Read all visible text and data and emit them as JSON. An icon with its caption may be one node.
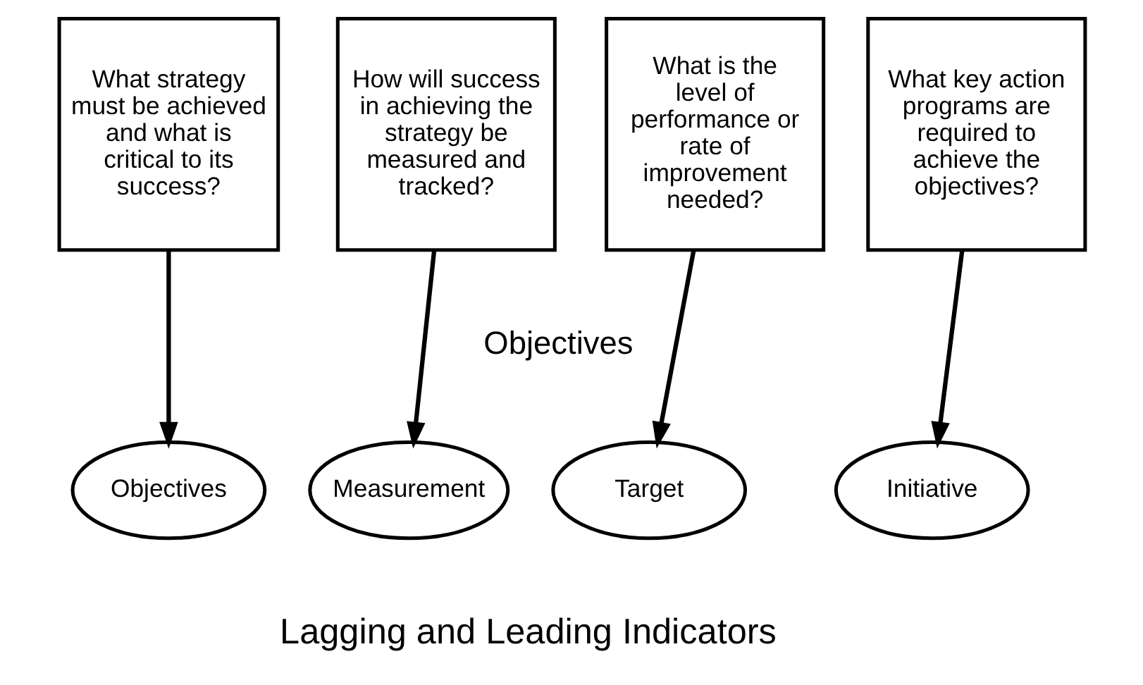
{
  "diagram": {
    "nodes": [
      {
        "text": [
          "What strategy must be achieved and what is critical to its success?"
        ]
      },
      {
        "text": [
          "How will success in achieving the strategy be measured and tracked?"
        ]
      },
      {
        "text": [
          "What is the level of performance or rate of improvement needed?"
        ]
      },
      {
        "text": [
          "What key action programs are required to achieve the objectives?"
        ]
      },
      {
        "text": [
          "Objectives"
        ]
      },
      {
        "text": [
          "Measurement"
        ]
      },
      {
        "text": [
          "Target"
        ]
      },
      {
        "text": [
          "Initiative"
        ]
      }
    ],
    "edges": [
      {
        "from": 0,
        "to": 4,
        "arrow": "to"
      },
      {
        "from": 1,
        "to": 5,
        "arrow": "to"
      },
      {
        "from": 2,
        "to": 6,
        "arrow": "to"
      },
      {
        "from": 3,
        "to": 7,
        "arrow": "to"
      }
    ],
    "labels": [
      "Objectives",
      "Lagging and Leading Indicators"
    ]
  }
}
